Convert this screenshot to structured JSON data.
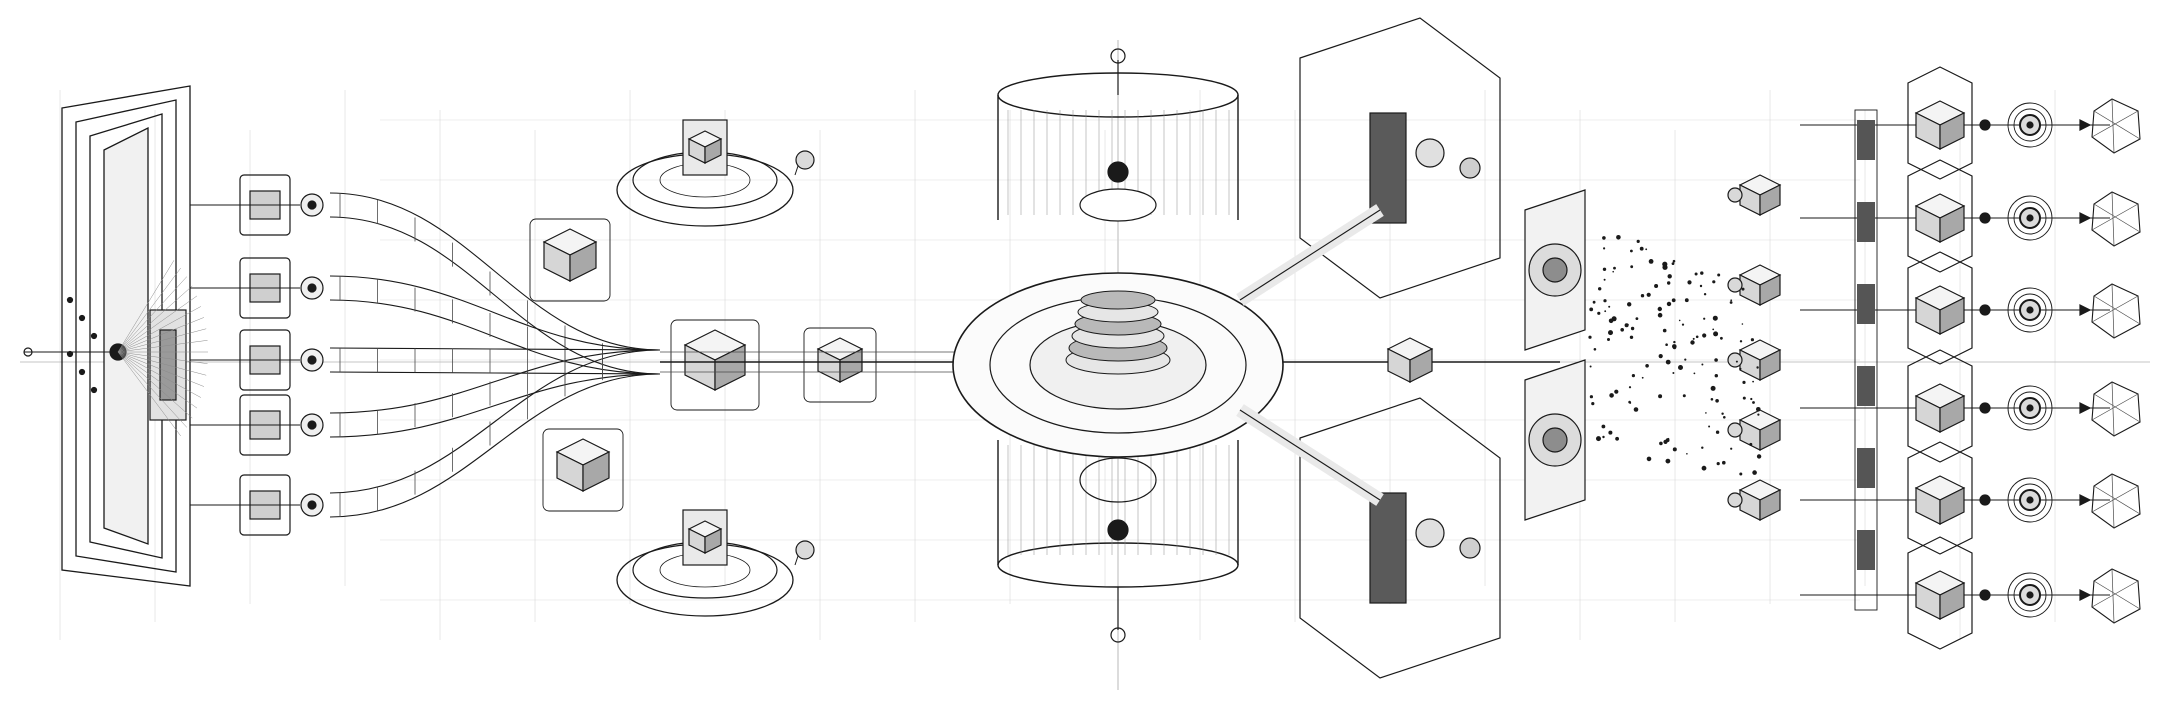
{
  "figure": {
    "style": "pencil technical illustration",
    "colors": {
      "background": "#ffffff",
      "ink": "#1a1a1a",
      "light_ink": "#8a8a8a",
      "shade": "#4a4a4a"
    },
    "elements": {
      "input_panels": {
        "count": 1
      },
      "input_ports": {
        "count": 5
      },
      "converging_conduits": {
        "count": 5
      },
      "intermediate_cube_modules": {
        "count": 4
      },
      "turntable_units": {
        "count": 2
      },
      "central_core": {
        "count": 1
      },
      "branch_frames": {
        "count": 2
      },
      "mid_processor_units": {
        "count": 5
      },
      "output_cube_modules": {
        "count": 6
      },
      "output_target_rings": {
        "count": 6
      },
      "output_polyhedra": {
        "count": 6
      }
    }
  }
}
